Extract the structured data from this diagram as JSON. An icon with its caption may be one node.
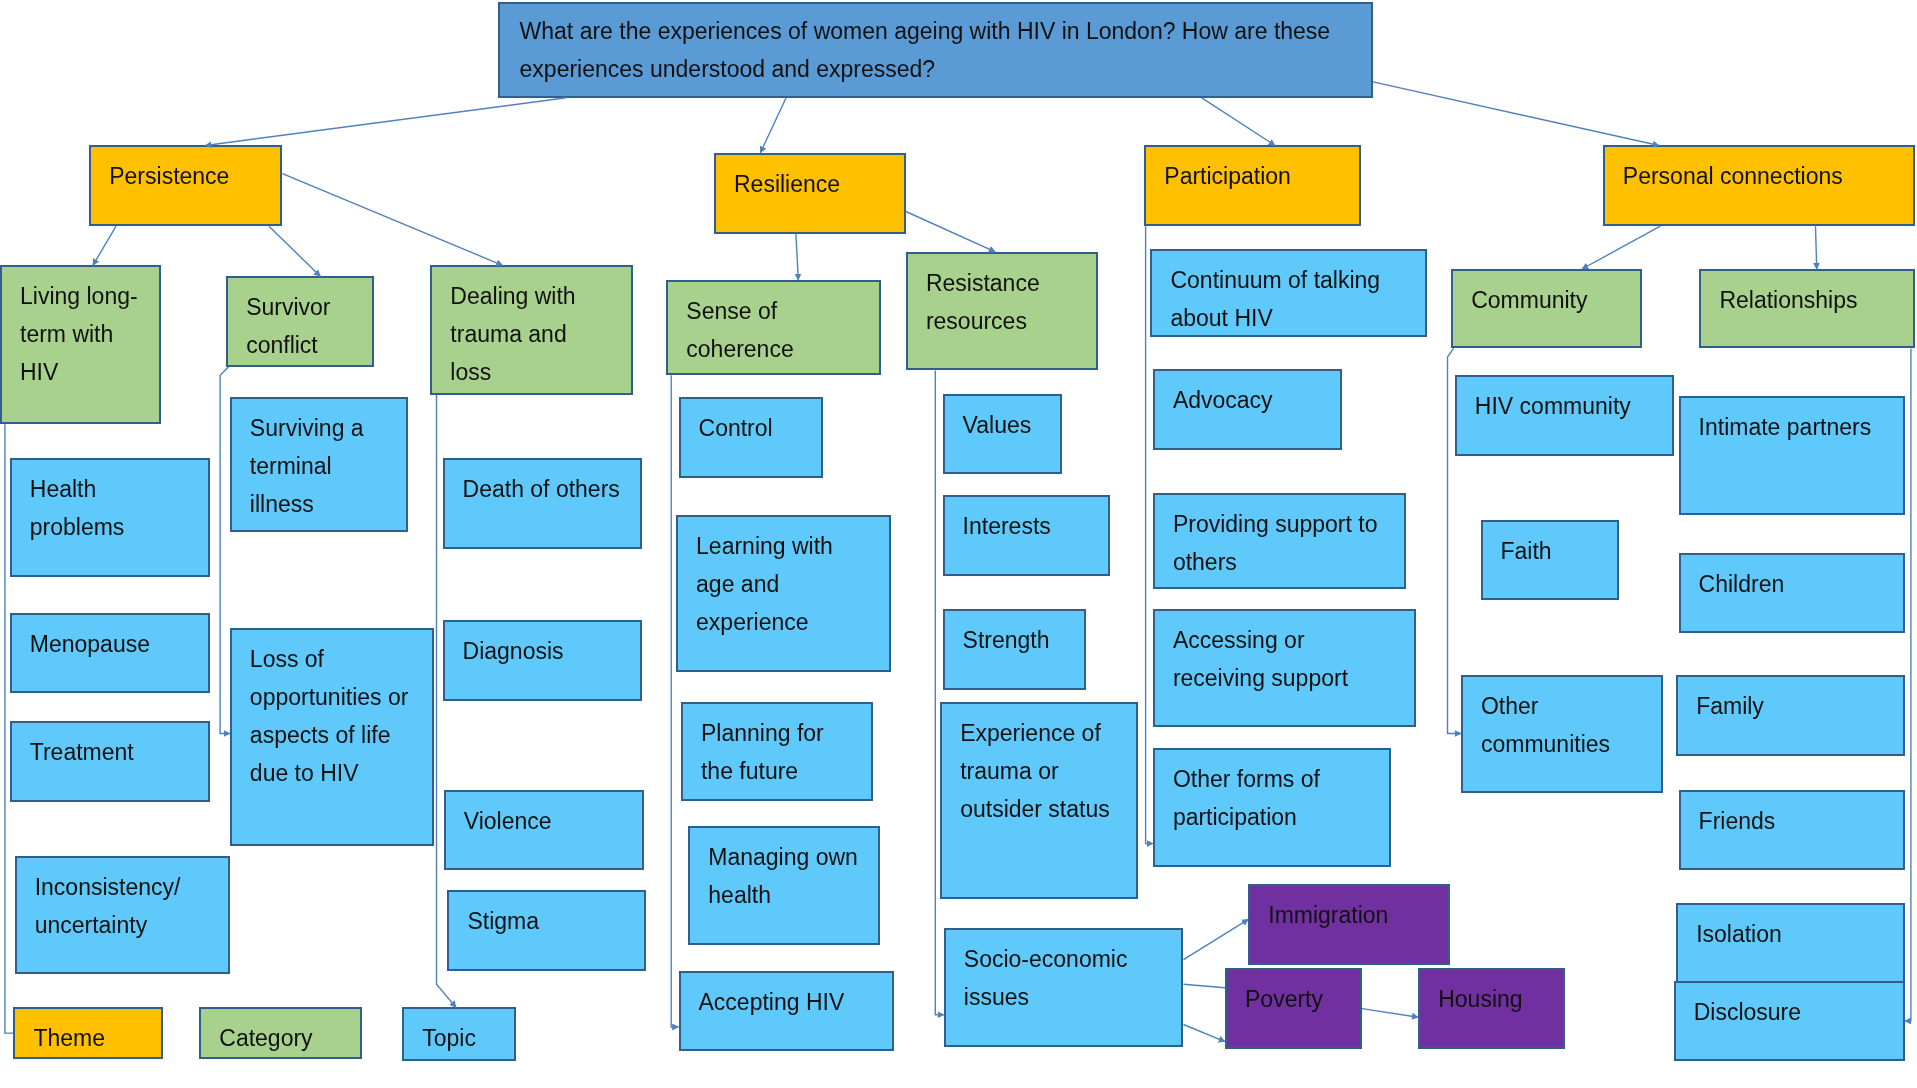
{
  "diagram": {
    "nodes": [
      {
        "text": [
          "What are the experiences of women ageing with HIV in London? How are these experiences understood and expressed?"
        ]
      },
      {
        "text": [
          "Persistence"
        ]
      },
      {
        "text": [
          "Resilience"
        ]
      },
      {
        "text": [
          "Participation"
        ]
      },
      {
        "text": [
          "Personal connections"
        ]
      },
      {
        "text": [
          "Living long-term with HIV"
        ]
      },
      {
        "text": [
          "Survivor conflict"
        ]
      },
      {
        "text": [
          "Dealing with trauma and loss"
        ]
      },
      {
        "text": [
          "Sense of coherence"
        ]
      },
      {
        "text": [
          "Resistance resources"
        ]
      },
      {
        "text": [
          "Community"
        ]
      },
      {
        "text": [
          "Relationships"
        ]
      },
      {
        "text": [
          "Health problems"
        ]
      },
      {
        "text": [
          "Menopause"
        ]
      },
      {
        "text": [
          "Treatment"
        ]
      },
      {
        "text": [
          "Inconsistency/ uncertainty"
        ]
      },
      {
        "text": [
          "Surviving a terminal illness"
        ]
      },
      {
        "text": [
          "Loss of opportunities or aspects of life due to HIV"
        ]
      },
      {
        "text": [
          "Death of others"
        ]
      },
      {
        "text": [
          "Diagnosis"
        ]
      },
      {
        "text": [
          "Violence"
        ]
      },
      {
        "text": [
          "Stigma"
        ]
      },
      {
        "text": [
          "Control"
        ]
      },
      {
        "text": [
          "Learning with age and experience"
        ]
      },
      {
        "text": [
          "Planning for the future"
        ]
      },
      {
        "text": [
          "Managing own health"
        ]
      },
      {
        "text": [
          "Accepting HIV"
        ]
      },
      {
        "text": [
          "Values"
        ]
      },
      {
        "text": [
          "Interests"
        ]
      },
      {
        "text": [
          "Strength"
        ]
      },
      {
        "text": [
          "Experience of trauma or outsider status"
        ]
      },
      {
        "text": [
          "Socio-economic issues"
        ]
      },
      {
        "text": [
          "Immigration"
        ]
      },
      {
        "text": [
          "Poverty"
        ]
      },
      {
        "text": [
          "Housing"
        ]
      },
      {
        "text": [
          "Continuum of talking about HIV"
        ]
      },
      {
        "text": [
          "Advocacy"
        ]
      },
      {
        "text": [
          "Providing support to others"
        ]
      },
      {
        "text": [
          "Accessing or receiving support"
        ]
      },
      {
        "text": [
          "Other forms of participation"
        ]
      },
      {
        "text": [
          "HIV community"
        ]
      },
      {
        "text": [
          "Faith"
        ]
      },
      {
        "text": [
          "Other communities"
        ]
      },
      {
        "text": [
          "Intimate partners"
        ]
      },
      {
        "text": [
          "Children"
        ]
      },
      {
        "text": [
          "Family"
        ]
      },
      {
        "text": [
          "Friends"
        ]
      },
      {
        "text": [
          "Isolation"
        ]
      },
      {
        "text": [
          "Disclosure"
        ]
      },
      {
        "text": [
          "Theme"
        ]
      },
      {
        "text": [
          "Category"
        ]
      },
      {
        "text": [
          "Topic"
        ]
      }
    ],
    "edges": [
      {
        "from": 0,
        "to": 1,
        "arrow": "to"
      },
      {
        "from": 0,
        "to": 2,
        "arrow": "to"
      },
      {
        "from": 0,
        "to": 3,
        "arrow": "to"
      },
      {
        "from": 0,
        "to": 4,
        "arrow": "to"
      },
      {
        "from": 1,
        "to": 5,
        "arrow": "to"
      },
      {
        "from": 1,
        "to": 6,
        "arrow": "to"
      },
      {
        "from": 1,
        "to": 7,
        "arrow": "to"
      },
      {
        "from": 2,
        "to": 8,
        "arrow": "to"
      },
      {
        "from": 2,
        "to": 9,
        "arrow": "to"
      },
      {
        "from": 4,
        "to": 10,
        "arrow": "to"
      },
      {
        "from": 4,
        "to": 11,
        "arrow": "to"
      },
      {
        "from": 5,
        "to": 49,
        "arrow": "none"
      },
      {
        "from": 6,
        "to": 17,
        "arrow": "to"
      },
      {
        "from": 7,
        "to": 51,
        "arrow": "to"
      },
      {
        "from": 8,
        "to": 26,
        "arrow": "to"
      },
      {
        "from": 9,
        "to": 31,
        "arrow": "to"
      },
      {
        "from": 3,
        "to": 39,
        "arrow": "to"
      },
      {
        "from": 10,
        "to": 42,
        "arrow": "to"
      },
      {
        "from": 11,
        "to": 48,
        "arrow": "to"
      },
      {
        "from": 31,
        "to": 32,
        "arrow": "to"
      },
      {
        "from": 31,
        "to": 33,
        "arrow": "none"
      },
      {
        "from": 31,
        "to": 33,
        "arrow": "to"
      },
      {
        "from": 33,
        "to": 34,
        "arrow": "to"
      }
    ]
  }
}
